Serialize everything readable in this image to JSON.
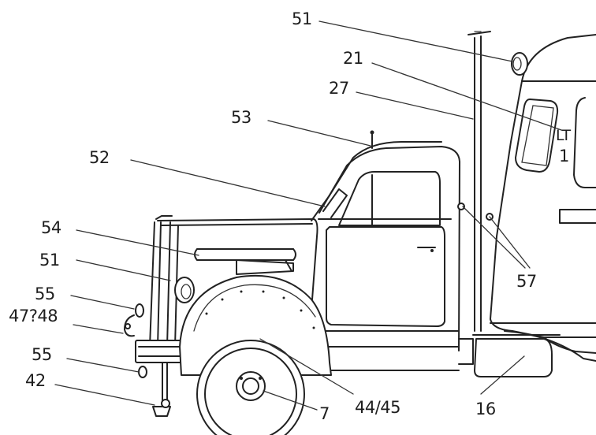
{
  "labels": {
    "l51_top": "51",
    "l21": "21",
    "l27": "27",
    "l53": "53",
    "l52": "52",
    "l54": "54",
    "l51_left": "51",
    "l55_top": "55",
    "l47_48": "47?48",
    "l55_bottom": "55",
    "l42": "42",
    "l7": "7",
    "l44_45": "44/45",
    "l16": "16",
    "l57": "57",
    "door_lt": "LT",
    "door_num": "1"
  },
  "colors": {
    "line": "#222222",
    "background": "#ffffff"
  }
}
